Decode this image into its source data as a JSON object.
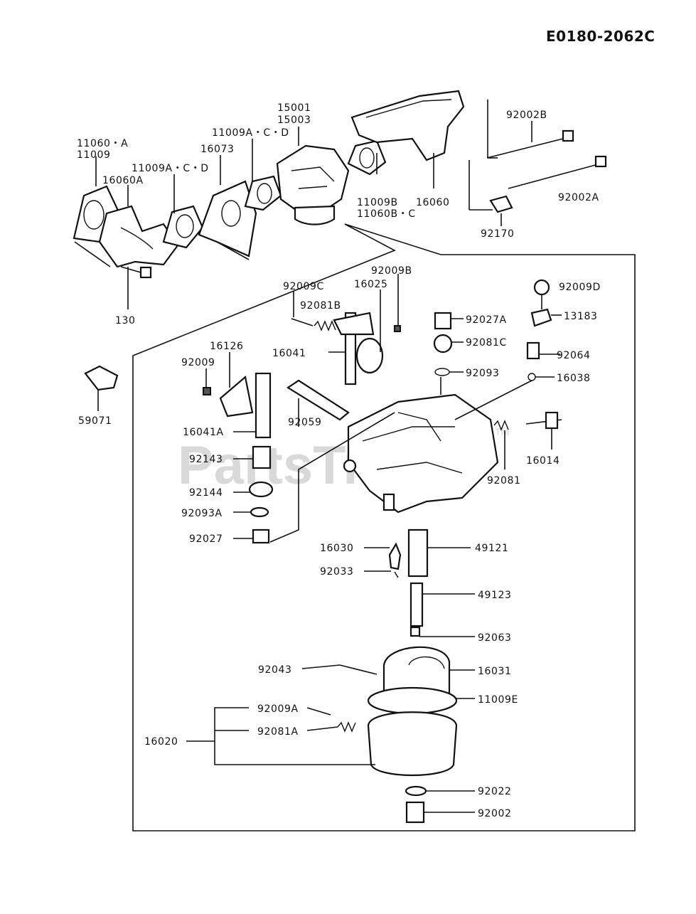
{
  "diagram": {
    "code": "E0180-2062C",
    "watermark": "PartsTree",
    "watermark_mark": "TM",
    "labels": {
      "p11060_A": "11060・A",
      "p11009": "11009",
      "p16060A": "16060A",
      "p11009A_1": "11009A・C・D",
      "p16073": "16073",
      "p11009A_2": "11009A・C・D",
      "p15001": "15001",
      "p15003": "15003",
      "p11009B": "11009B",
      "p11060B": "11060B・C",
      "p16060": "16060",
      "p92002B": "92002B",
      "p92002A": "92002A",
      "p92170": "92170",
      "p130": "130",
      "p59071": "59071",
      "p92009B": "92009B",
      "p92009C": "92009C",
      "p16025": "16025",
      "p92081B": "92081B",
      "p16041": "16041",
      "p16126": "16126",
      "p92009": "92009",
      "p92059": "92059",
      "p16041A": "16041A",
      "p92143": "92143",
      "p92144": "92144",
      "p92093A": "92093A",
      "p92027": "92027",
      "p92009D": "92009D",
      "p13183": "13183",
      "p92064": "92064",
      "p16038": "16038",
      "p92027A": "92027A",
      "p92081C": "92081C",
      "p92093": "92093",
      "p16014": "16014",
      "p92081": "92081",
      "p16030": "16030",
      "p49121": "49121",
      "p92033": "92033",
      "p49123": "49123",
      "p92063": "92063",
      "p92043": "92043",
      "p16031": "16031",
      "p11009E": "11009E",
      "p92009A": "92009A",
      "p92081A": "92081A",
      "p16020": "16020",
      "p92022": "92022",
      "p92002": "92002"
    }
  }
}
